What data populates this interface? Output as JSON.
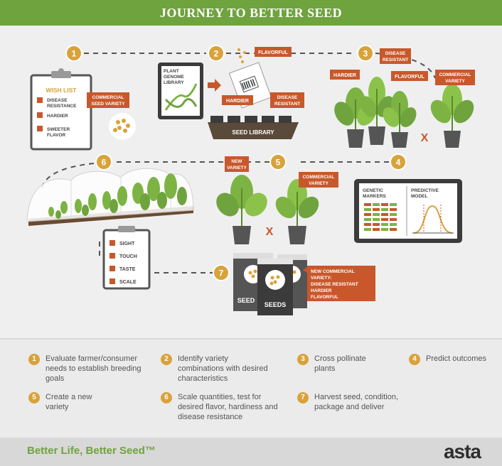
{
  "header": {
    "title": "JOURNEY TO BETTER SEED"
  },
  "steps": [
    "1",
    "2",
    "3",
    "4",
    "5",
    "6",
    "7"
  ],
  "wishlist": {
    "title": "WISH LIST",
    "items": [
      "DISEASE",
      "RESISTANCE",
      "HARDIER",
      "SWEETER",
      "FLAVOR"
    ]
  },
  "labels": {
    "commercial_seed_variety_1": "COMMERCIAL",
    "commercial_seed_variety_2": "SEED VARIETY",
    "plant_genome_1": "PLANT",
    "plant_genome_2": "GENOME",
    "plant_genome_3": "LIBRARY",
    "flavorful": "FLAVORFUL",
    "hardier": "HARDIER",
    "disease_resistant_1": "DISEASE",
    "disease_resistant_2": "RESISTANT",
    "seed_library": "SEED LIBRARY",
    "commercial_variety_1": "COMMERCIAL",
    "commercial_variety_2": "VARIETY",
    "new_variety_1": "NEW",
    "new_variety_2": "VARIETY",
    "genetic_markers_1": "GENETIC",
    "genetic_markers_2": "MARKERS",
    "predictive_model_1": "PREDICTIVE",
    "predictive_model_2": "MODEL",
    "cross": "X",
    "seeds": "SEEDS",
    "seeds_partial": "SEED",
    "new_commercial_1": "NEW COMMERCIAL",
    "new_commercial_2": "VARIETY:",
    "new_commercial_3": "DISEASE RESISTANT",
    "new_commercial_4": "HARDIER",
    "new_commercial_5": "FLAVORFUL"
  },
  "checklist": [
    "SIGHT",
    "TOUCH",
    "TASTE",
    "SCALE"
  ],
  "legend": [
    {
      "num": "1",
      "text": "Evaluate farmer/consumer needs to establish breeding goals"
    },
    {
      "num": "2",
      "text": "Identify variety combinations with desired characteristics"
    },
    {
      "num": "3",
      "text": "Cross pollinate plants"
    },
    {
      "num": "4",
      "text": "Predict outcomes"
    },
    {
      "num": "5",
      "text": "Create a new variety"
    },
    {
      "num": "6",
      "text": "Scale quantities, test for desired flavor, hardiness and disease resistance"
    },
    {
      "num": "7",
      "text": "Harvest seed, condition, package and deliver"
    }
  ],
  "footer": {
    "tagline": "Better Life, Better Seed™",
    "logo": "asta"
  },
  "colors": {
    "green": "#6fa33e",
    "orange": "#c8582b",
    "gold": "#d9a23a",
    "dark": "#3b3b3b",
    "leaf": "#7cb342"
  }
}
